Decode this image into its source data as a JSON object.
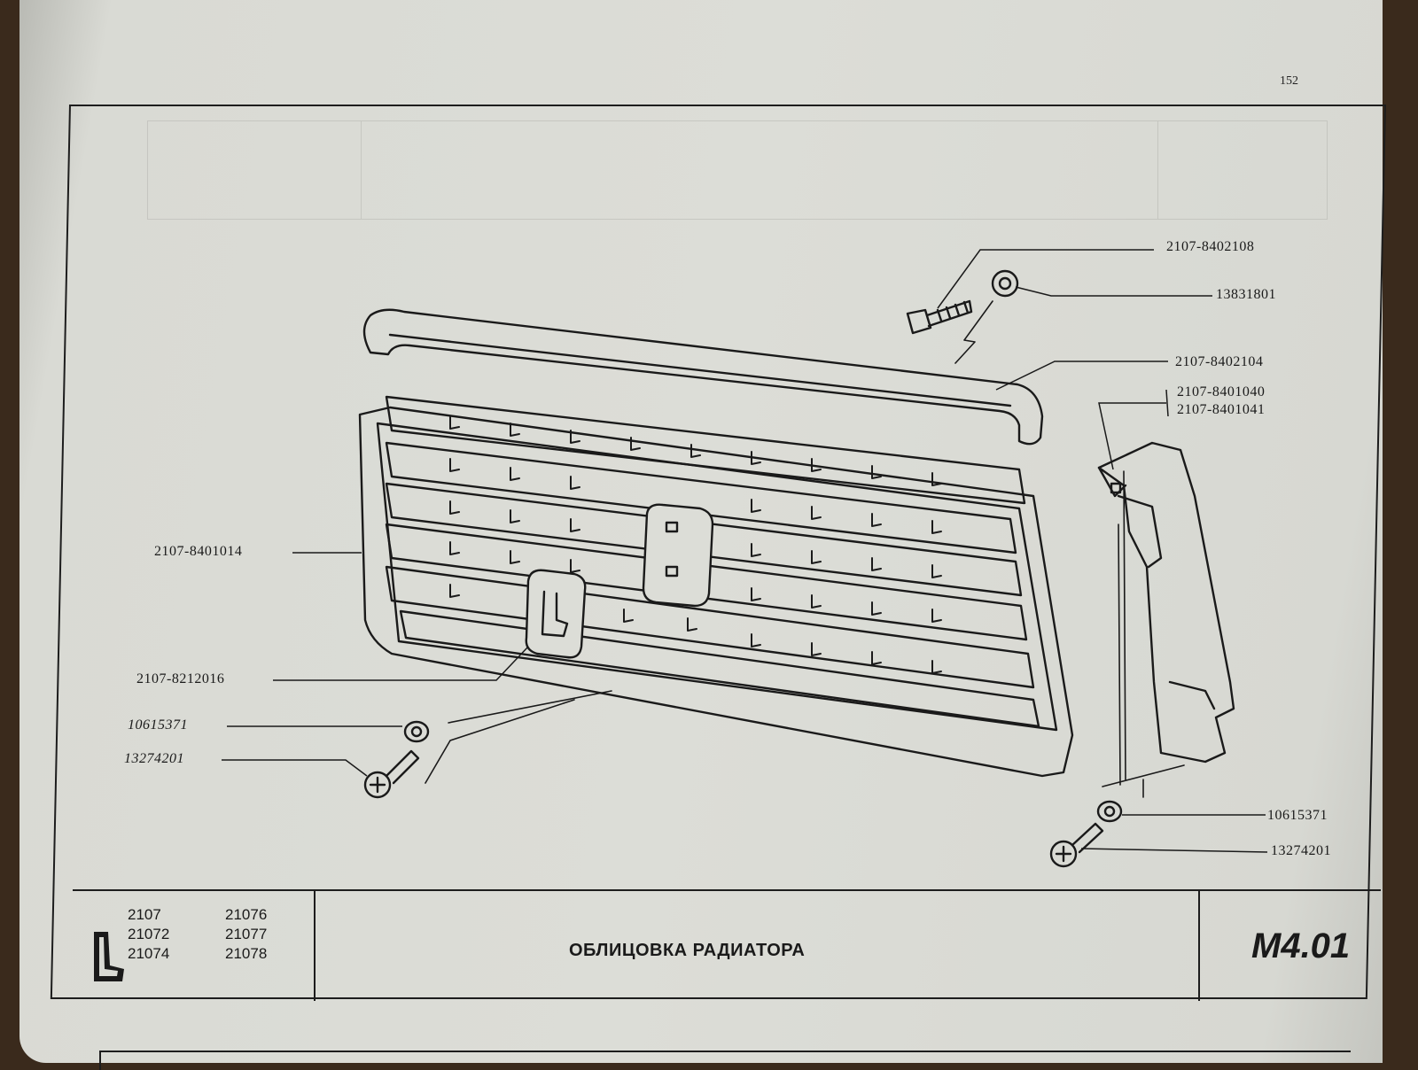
{
  "page_number": "152",
  "callouts": {
    "c1": "2107-8402108",
    "c2": "13831801",
    "c3": "2107-8402104",
    "c4": "2107-8401040",
    "c5": "2107-8401041",
    "c6": "2107-8401014",
    "c7": "2107-8212016",
    "c8": "10615371",
    "c9": "13274201",
    "c10": "10615371",
    "c11": "13274201"
  },
  "title_block": {
    "models_col1": [
      "2107",
      "21072",
      "21074"
    ],
    "models_col2": [
      "21076",
      "21077",
      "21078"
    ],
    "title": "ОБЛИЦОВКА РАДИАТОРА",
    "code": "M4.01"
  },
  "icons": {
    "logo": "lada-logo",
    "diagram": "radiator-grille-exploded-view"
  }
}
